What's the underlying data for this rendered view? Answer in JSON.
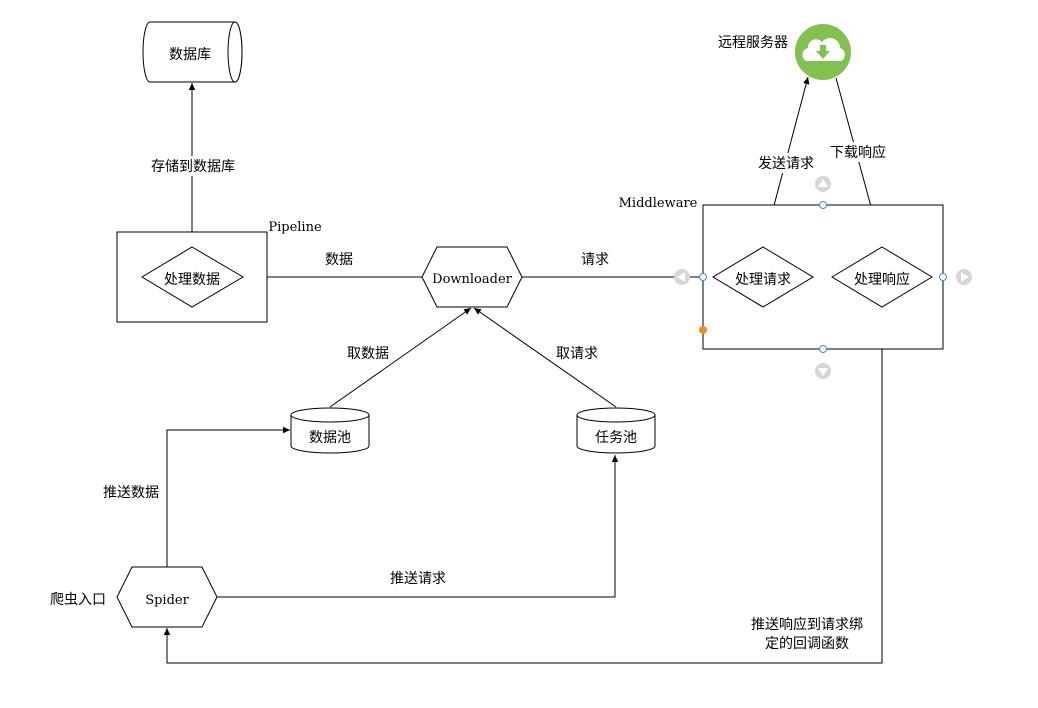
{
  "nodes": {
    "database": "数据库",
    "remote_server": "远程服务器",
    "pipeline_title": "Pipeline",
    "pipeline_process": "处理数据",
    "downloader": "Downloader",
    "middleware_title": "Middleware",
    "process_request": "处理请求",
    "process_response": "处理响应",
    "data_pool": "数据池",
    "task_pool": "任务池",
    "spider": "Spider",
    "spider_entry": "爬虫入口"
  },
  "edges": {
    "store_db": "存储到数据库",
    "data": "数据",
    "request": "请求",
    "send_request": "发送请求",
    "download_response": "下载响应",
    "fetch_data": "取数据",
    "fetch_request": "取请求",
    "push_data": "推送数据",
    "push_request": "推送请求",
    "callback_line1": "推送响应到请求绑",
    "callback_line2": "定的回调函数"
  },
  "colors": {
    "cloud": "#82c050",
    "selection": "#3a8ad8",
    "handle_orange": "#f08c1e",
    "nav_arrow": "#d6d6d6"
  },
  "icons": {
    "remote_server": "cloud-download-icon"
  }
}
